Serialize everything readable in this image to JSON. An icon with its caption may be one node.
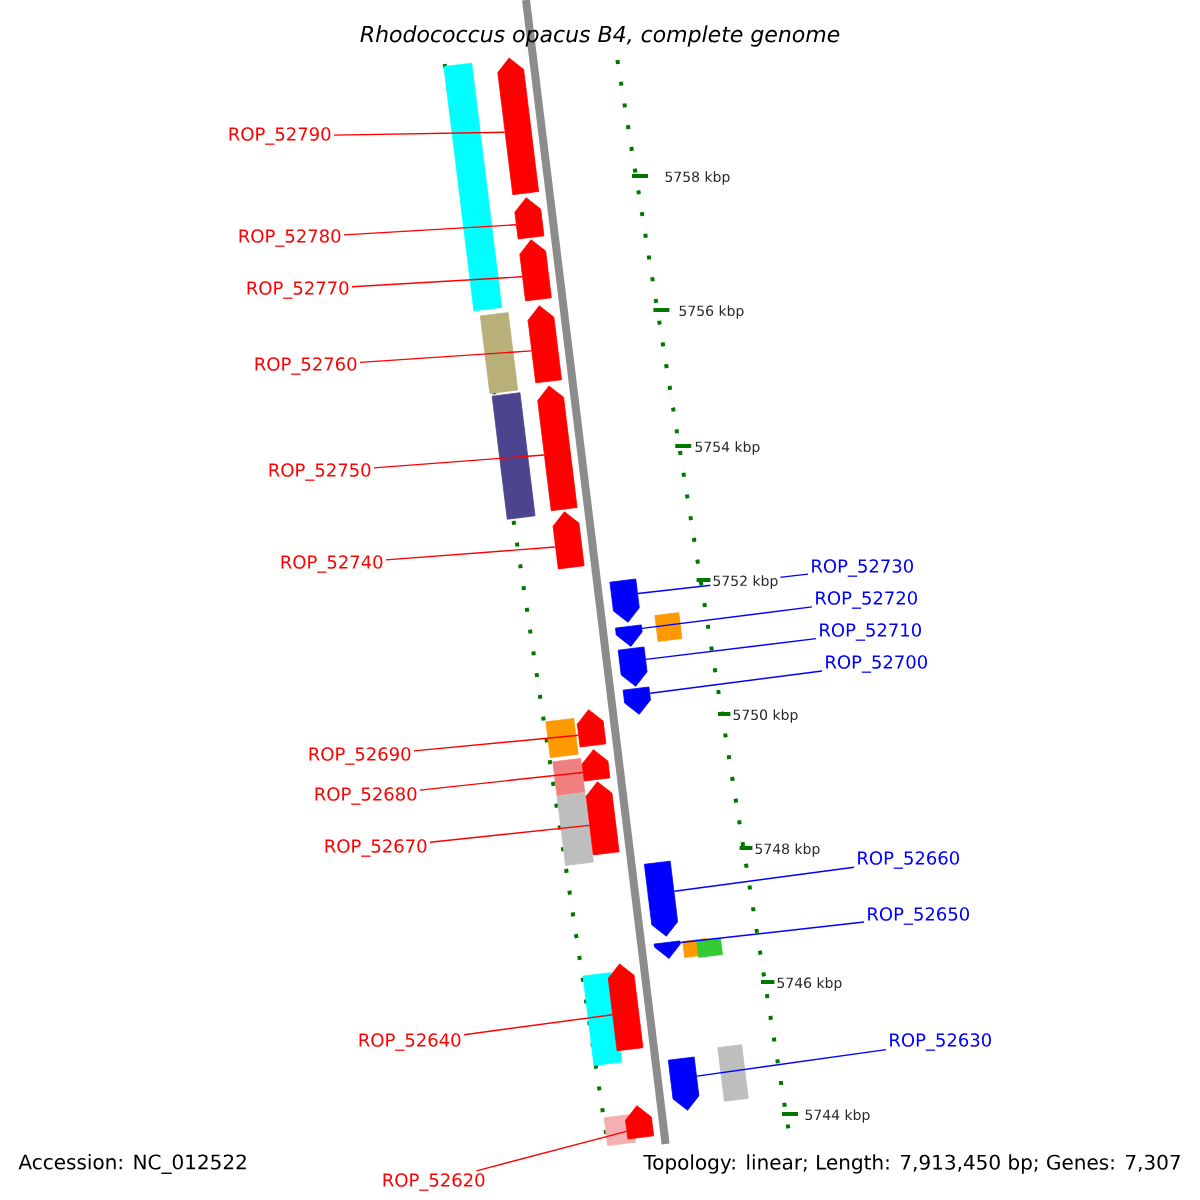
{
  "diagram": {
    "title": "Rhodococcus opacus B4, complete genome",
    "nodes": [
      {
        "text": [
          "ROP_52790"
        ]
      },
      {
        "text": [],
        "shape": "arrow"
      },
      {
        "text": [
          "ROP_52780"
        ]
      },
      {
        "text": [],
        "shape": "arrow"
      },
      {
        "text": [
          "ROP_52770"
        ]
      },
      {
        "text": [],
        "shape": "arrow"
      },
      {
        "text": [
          "ROP_52760"
        ]
      },
      {
        "text": [],
        "shape": "arrow"
      },
      {
        "text": [
          "ROP_52750"
        ]
      },
      {
        "text": [],
        "shape": "arrow"
      },
      {
        "text": [
          "ROP_52740"
        ]
      },
      {
        "text": [],
        "shape": "arrow"
      },
      {
        "text": [
          "ROP_52690"
        ]
      },
      {
        "text": [],
        "shape": "arrow"
      },
      {
        "text": [
          "ROP_52680"
        ]
      },
      {
        "text": [],
        "shape": "arrow"
      },
      {
        "text": [
          "ROP_52670"
        ]
      },
      {
        "text": [],
        "shape": "arrow"
      },
      {
        "text": [
          "ROP_52640"
        ]
      },
      {
        "text": [],
        "shape": "arrow"
      },
      {
        "text": [
          "ROP_52620"
        ]
      },
      {
        "text": [],
        "shape": "arrow"
      },
      {
        "text": [
          "ROP_52730"
        ]
      },
      {
        "text": [],
        "shape": "arrow"
      },
      {
        "text": [
          "ROP_52720"
        ]
      },
      {
        "text": [],
        "shape": "arrow"
      },
      {
        "text": [
          "ROP_52710"
        ]
      },
      {
        "text": [],
        "shape": "arrow"
      },
      {
        "text": [
          "ROP_52700"
        ]
      },
      {
        "text": [],
        "shape": "arrow"
      },
      {
        "text": [
          "ROP_52660"
        ]
      },
      {
        "text": [],
        "shape": "arrow"
      },
      {
        "text": [
          "ROP_52650"
        ]
      },
      {
        "text": [],
        "shape": "arrow"
      },
      {
        "text": [
          "ROP_52630"
        ]
      },
      {
        "text": [],
        "shape": "arrow"
      },
      {
        "text": [],
        "shape": "box"
      },
      {
        "text": [],
        "shape": "box"
      },
      {
        "text": [],
        "shape": "box"
      },
      {
        "text": [],
        "shape": "box"
      },
      {
        "text": [],
        "shape": "box"
      },
      {
        "text": [],
        "shape": "box"
      },
      {
        "text": [],
        "shape": "box"
      },
      {
        "text": [],
        "shape": "box"
      },
      {
        "text": [],
        "shape": "box"
      },
      {
        "text": [],
        "shape": "box"
      },
      {
        "text": [],
        "shape": "box"
      },
      {
        "text": [],
        "shape": "box"
      }
    ],
    "edges": [
      {
        "from": 0,
        "to": 1,
        "arrow": "none"
      },
      {
        "from": 2,
        "to": 3,
        "arrow": "none"
      },
      {
        "from": 4,
        "to": 5,
        "arrow": "none"
      },
      {
        "from": 6,
        "to": 7,
        "arrow": "none"
      },
      {
        "from": 8,
        "to": 9,
        "arrow": "none"
      },
      {
        "from": 10,
        "to": 11,
        "arrow": "none"
      },
      {
        "from": 12,
        "to": 13,
        "arrow": "none"
      },
      {
        "from": 14,
        "to": 15,
        "arrow": "none"
      },
      {
        "from": 16,
        "to": 17,
        "arrow": "none"
      },
      {
        "from": 18,
        "to": 19,
        "arrow": "none"
      },
      {
        "from": 20,
        "to": 21,
        "arrow": "none"
      },
      {
        "from": 22,
        "to": 23,
        "arrow": "none",
        "color": "#0000ff"
      },
      {
        "from": 24,
        "to": 25,
        "arrow": "none",
        "color": "#0000ff"
      },
      {
        "from": 26,
        "to": 27,
        "arrow": "none",
        "color": "#0000ff"
      },
      {
        "from": 28,
        "to": 29,
        "arrow": "none",
        "color": "#0000ff"
      },
      {
        "from": 30,
        "to": 31,
        "arrow": "none",
        "color": "#0000ff"
      },
      {
        "from": 32,
        "to": 33,
        "arrow": "none",
        "color": "#0000ff"
      },
      {
        "from": 34,
        "to": 35,
        "arrow": "none",
        "color": "#0000ff"
      }
    ],
    "labels": [
      "5758 kbp",
      "5756 kbp",
      "5754 kbp",
      "5752 kbp",
      "5750 kbp",
      "5748 kbp",
      "5746 kbp",
      "5744 kbp",
      "Accession: NC_012522",
      "Topology: linear; Length: 7,913,450 bp; Genes: 7,307"
    ]
  }
}
